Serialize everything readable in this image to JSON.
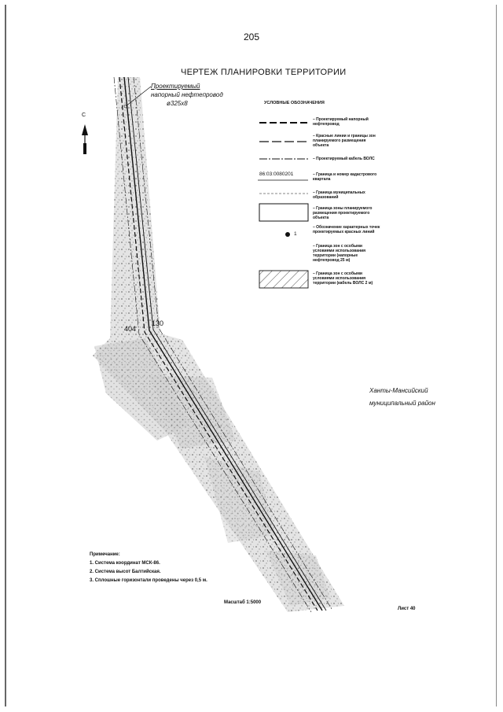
{
  "page_number": "205",
  "title": "ЧЕРТЕЖ ПЛАНИРОВКИ ТЕРРИТОРИИ",
  "pipeline_callout": {
    "line1": "Проектируемый",
    "line2": "напорный нефтепровод",
    "line3": "ø325х8"
  },
  "north_label": "С",
  "legend": {
    "title": "УСЛОВНЫЕ ОБОЗНАЧЕНИЯ",
    "items": [
      {
        "text": "– Проектируемый напорный нефтепровод"
      },
      {
        "text": "– Красные линии и границы зон планируемого размещения объекта"
      },
      {
        "text": "– Проектируемый кабель ВОЛС"
      },
      {
        "text": "– Граница и номер кадастрового квартала",
        "sample": "86:03:0080201"
      },
      {
        "text": "– Граница муниципальных образований"
      },
      {
        "text": "– Граница зоны планируемого размещения проектируемого объекта"
      },
      {
        "text": "– Обозначение характерных точек проектируемых красных линий",
        "sample": "1"
      },
      {
        "text": "– Граница зон с особыми условиями использования территории (напорные нефтепровод 25 м)"
      },
      {
        "text": "– Граница зон с особыми условиями использования территории (кабель ВОЛС 2 м)"
      }
    ]
  },
  "map_labels": {
    "label_404": "404",
    "label_130": "130"
  },
  "district": {
    "line1": "Ханты-Мансийский",
    "line2": "муниципальный район"
  },
  "notes": {
    "title": "Примечание:",
    "items": [
      "1. Система координат МСК-86.",
      "2. Система высот Балтийская.",
      "3. Сплошные горизонтали проведены через 0,5 м."
    ]
  },
  "scale": "Масштаб 1:5000",
  "sheet": "Лист 40",
  "colors": {
    "ink": "#111111",
    "stipple": "#8a8a8a",
    "frame": "#666666"
  }
}
